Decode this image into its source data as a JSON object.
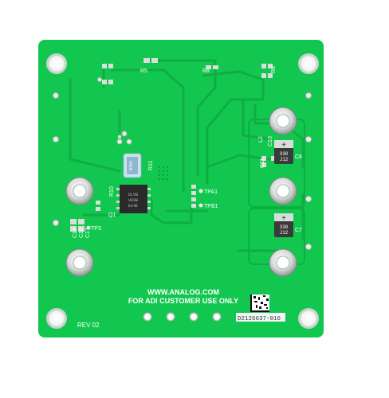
{
  "board": {
    "colors": {
      "background": "#ffffff",
      "solder_mask": "#12c74f",
      "trace": "#0fae42",
      "pad_silver": "#cfd6d2",
      "silkscreen": "#ffffff",
      "chip": "#2a2a2a",
      "capacitor": "#3a3a3a"
    },
    "website": "WWW.ANALOG.COM",
    "usage_note": "FOR ADI CUSTOMER USE ONLY",
    "revision": "REV 02",
    "part_number": "D2126637-016",
    "labels": {
      "r5": "R5",
      "r8": "R8",
      "r6": "R6",
      "r11": "R11",
      "r10": "R10",
      "q1": "Q1",
      "tpa1": "TPA1",
      "tpb1": "TPB1",
      "tp3": "TP3",
      "c19": "C19",
      "c18": "C18",
      "c17": "C17",
      "c8": "C8",
      "c7": "C7",
      "c10": "C10",
      "c11": "C11",
      "l2": "L2"
    },
    "components": {
      "q1_marking": [
        "DLVB",
        "V83B",
        "E14E"
      ],
      "r11_marking": "R050",
      "c8_marking": [
        "330",
        "J12"
      ],
      "c7_marking": [
        "330",
        "J12"
      ]
    }
  }
}
